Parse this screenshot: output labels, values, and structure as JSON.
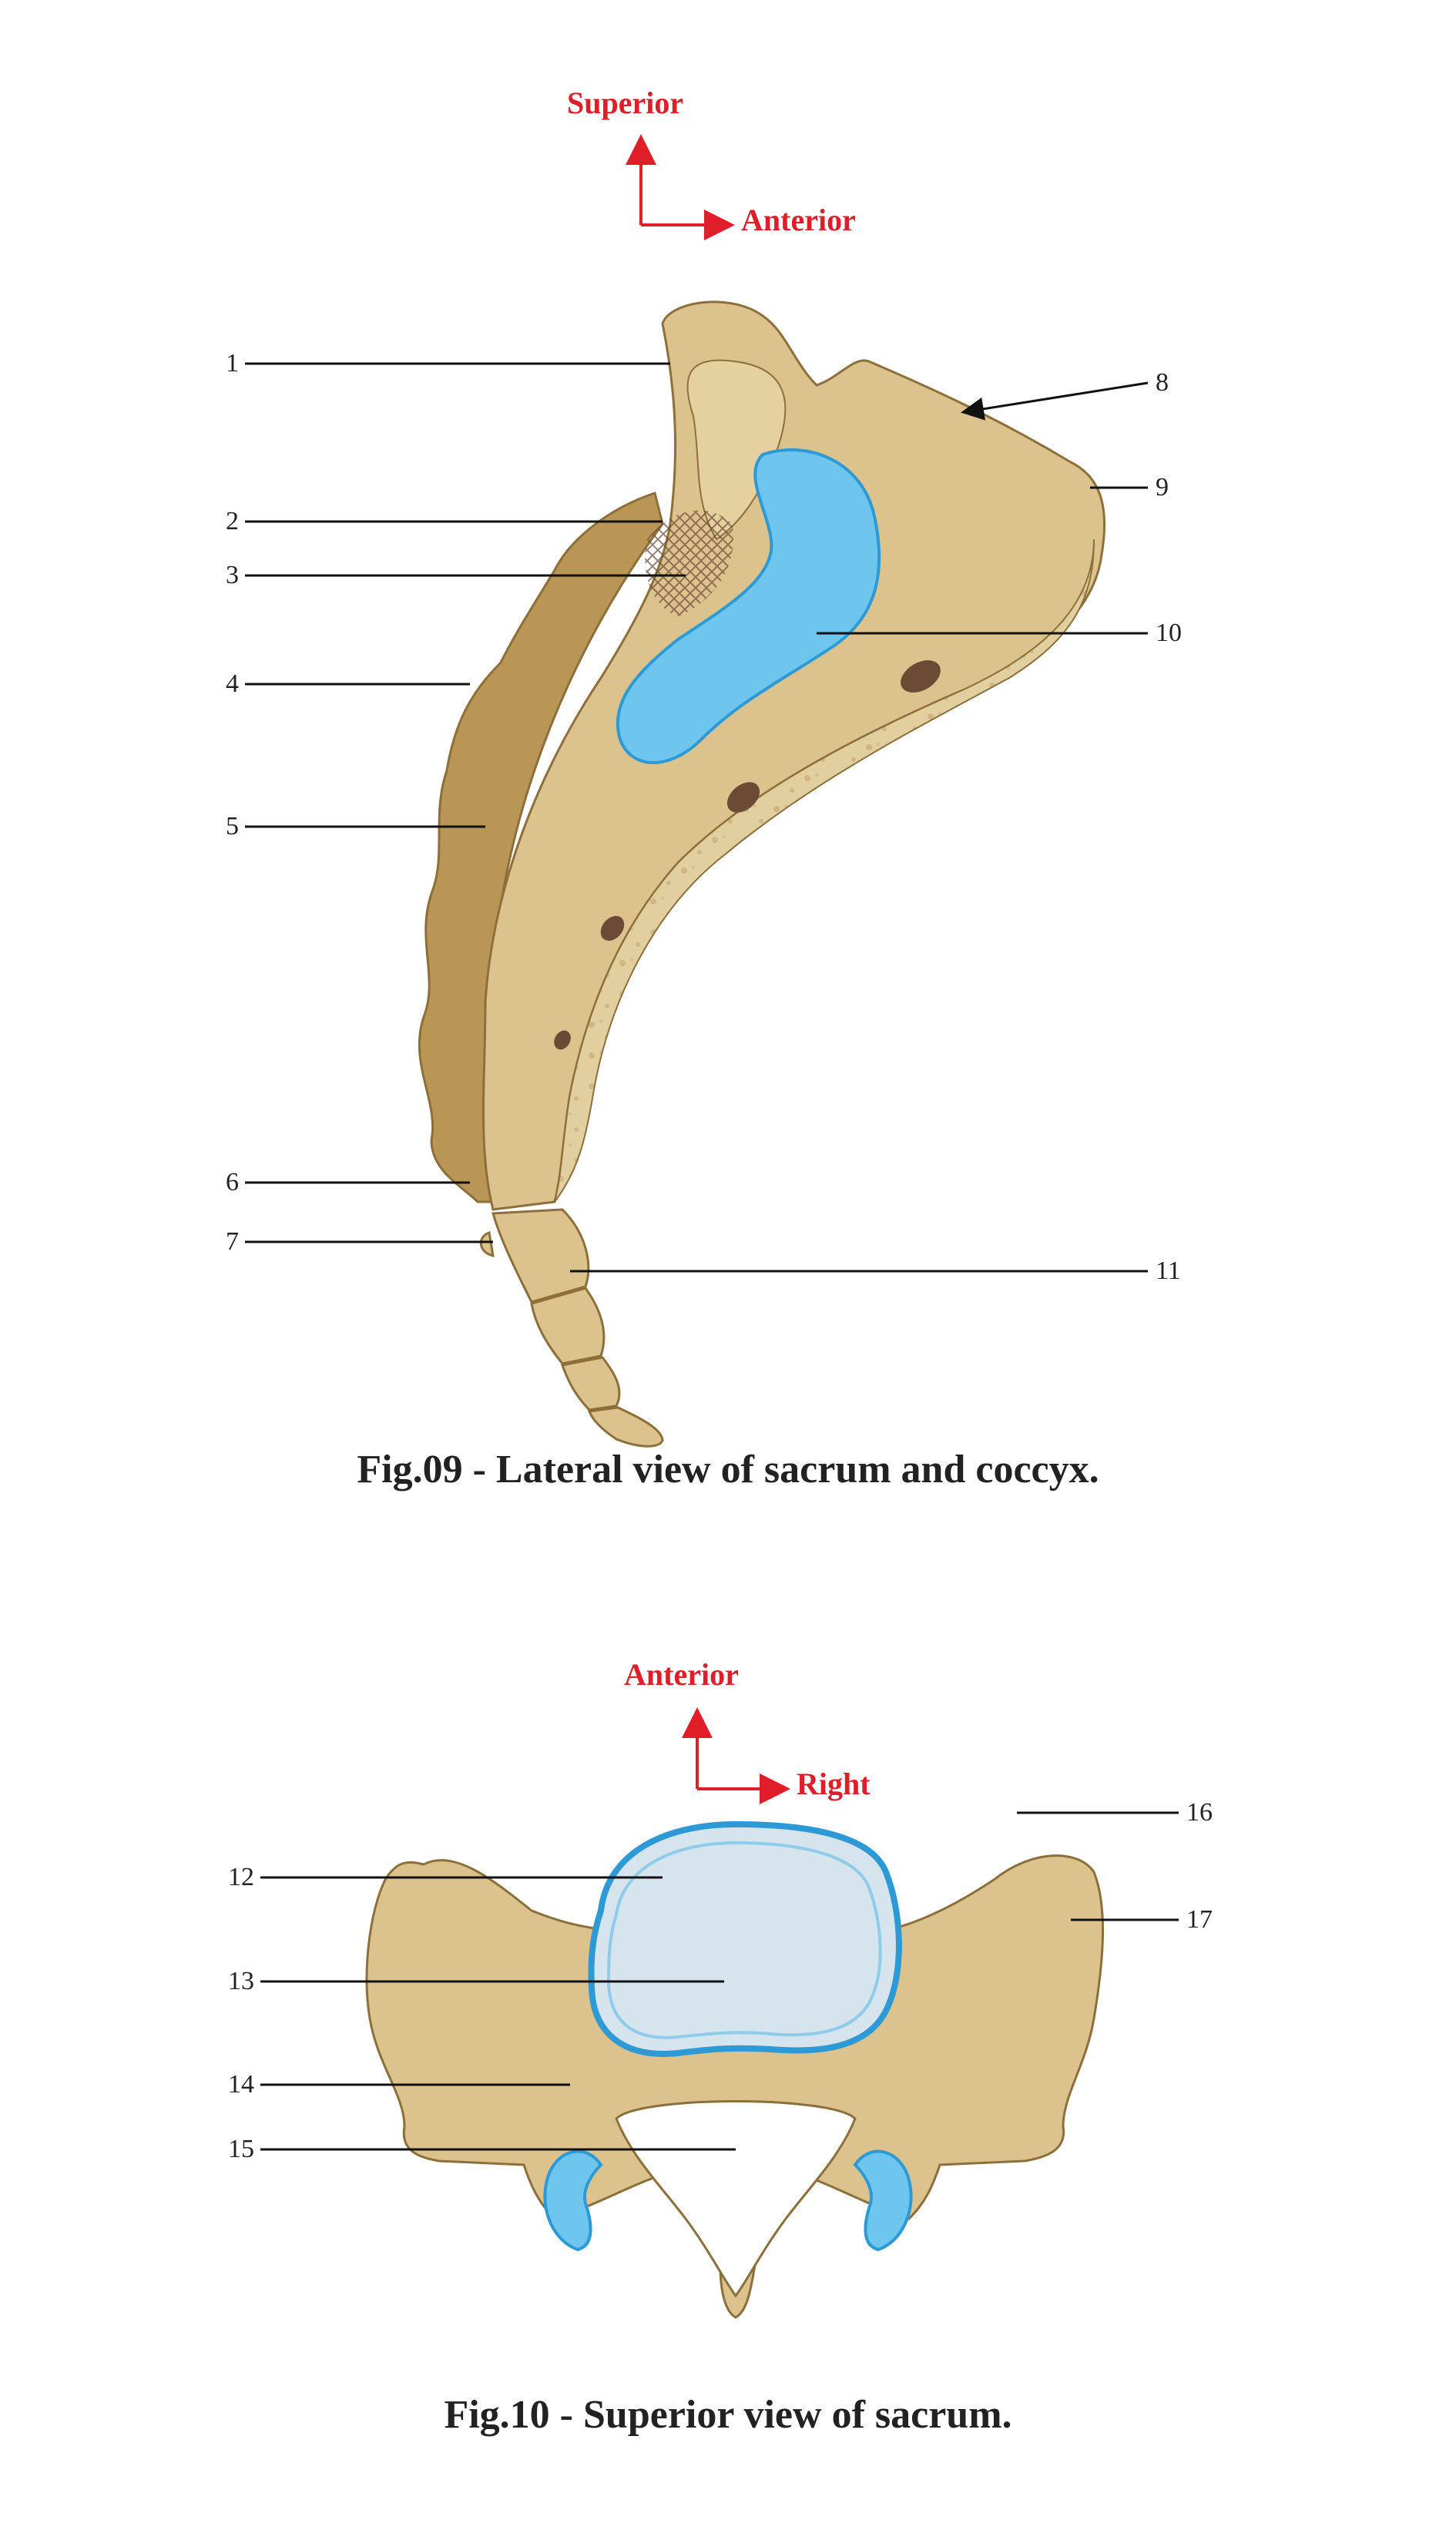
{
  "figures": [
    {
      "caption": "Fig.09 - Lateral view of sacrum and coccyx.",
      "orientation": {
        "vertical": "Superior",
        "horizontal": "Anterior"
      },
      "labels": [
        "1",
        "2",
        "3",
        "4",
        "5",
        "6",
        "7",
        "8",
        "9",
        "10",
        "11"
      ]
    },
    {
      "caption": "Fig.10 - Superior view of sacrum.",
      "orientation": {
        "vertical": "Anterior",
        "horizontal": "Right"
      },
      "labels": [
        "12",
        "13",
        "14",
        "15",
        "16",
        "17"
      ]
    }
  ],
  "colors": {
    "orientation": "#e01e2a",
    "bone": "#dcc38d",
    "bone_shadow": "#b99656",
    "cartilage": "#6ec6ee",
    "cartilage_edge": "#2d9ad6",
    "foramen": "#6b4a36",
    "disc": "#d6e4ee"
  }
}
